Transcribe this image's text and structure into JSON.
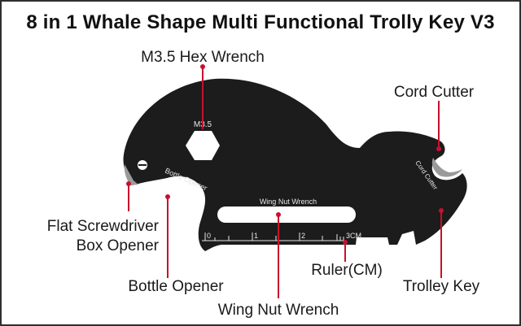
{
  "title": "8 in 1 Whale Shape Multi Functional Trolly Key V3",
  "colors": {
    "tool_body": "#1c1c1c",
    "etching": "#e6e6e6",
    "callout": "#c8102e",
    "blade_accent": "#9a9a9a"
  },
  "engraved": {
    "hex_size": "M3.5",
    "bottle_opener": "Bottle Opener",
    "wing_nut_wrench": "Wing Nut Wrench",
    "cord_cutter": "Cord Cutter",
    "ruler_ticks": [
      "0",
      "1",
      "2"
    ],
    "ruler_end": "3CM"
  },
  "callouts": {
    "hex_wrench": "M3.5 Hex Wrench",
    "cord_cutter": "Cord Cutter",
    "flat_screwdriver": "Flat Screwdriver",
    "box_opener": "Box Opener",
    "bottle_opener": "Bottle Opener",
    "wing_nut_wrench": "Wing Nut Wrench",
    "ruler": "Ruler(CM)",
    "trolley_key": "Trolley Key"
  }
}
